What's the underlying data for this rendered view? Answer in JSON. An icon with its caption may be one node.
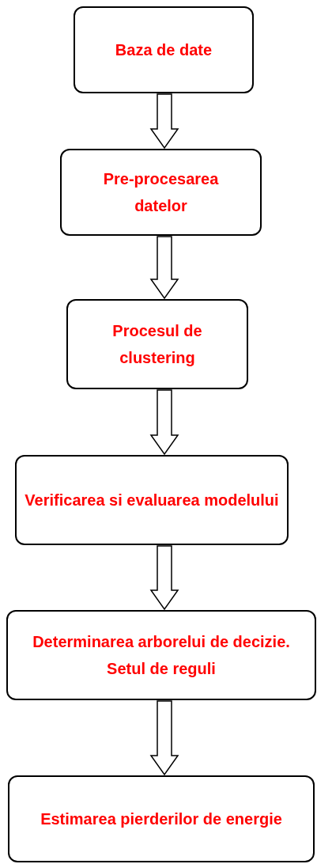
{
  "diagram": {
    "nodes": [
      {
        "text": [
          "Baza de date"
        ]
      },
      {
        "text": [
          "Pre-procesarea datelor"
        ]
      },
      {
        "text": [
          "Procesul de clustering"
        ]
      },
      {
        "text": [
          "Verificarea si evaluarea modelului"
        ]
      },
      {
        "text": [
          "Determinarea arborelui de decizie. Setul de reguli"
        ]
      },
      {
        "text": [
          "Estimarea pierderilor de energie"
        ]
      }
    ],
    "edges": [
      {
        "from": 0,
        "to": 1,
        "arrow": "to"
      },
      {
        "from": 1,
        "to": 2,
        "arrow": "to"
      },
      {
        "from": 2,
        "to": 3,
        "arrow": "to"
      },
      {
        "from": 3,
        "to": 4,
        "arrow": "to"
      },
      {
        "from": 4,
        "to": 5,
        "arrow": "to"
      }
    ]
  }
}
